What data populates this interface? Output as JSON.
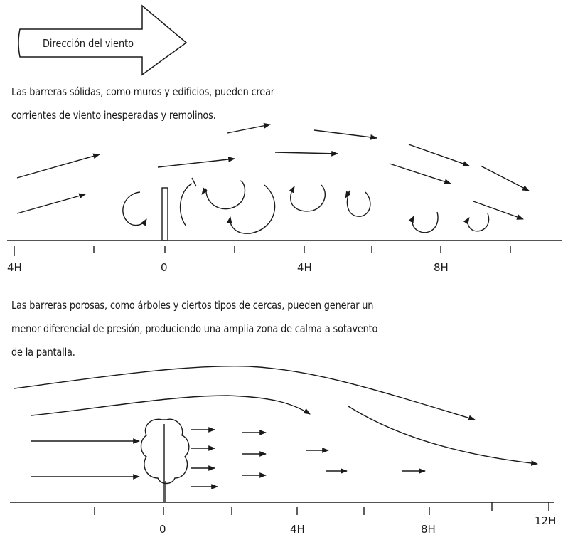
{
  "header_arrow": {
    "label": "Dirección del viento"
  },
  "solid": {
    "lines": [
      "Las barreras sólidas, como muros y edificios, pueden crear",
      "corrientes de viento inesperadas y remolinos."
    ],
    "ticks": [
      "4H",
      "0",
      "4H",
      "8H"
    ]
  },
  "porous": {
    "lines": [
      "Las barreras porosas, como árboles y ciertos tipos de cercas, pueden generar un",
      "menor diferencial de presión, produciendo una amplia zona de calma a sotavento",
      "de la pantalla."
    ],
    "ticks": [
      "0",
      "4H",
      "8H",
      "12H"
    ]
  }
}
